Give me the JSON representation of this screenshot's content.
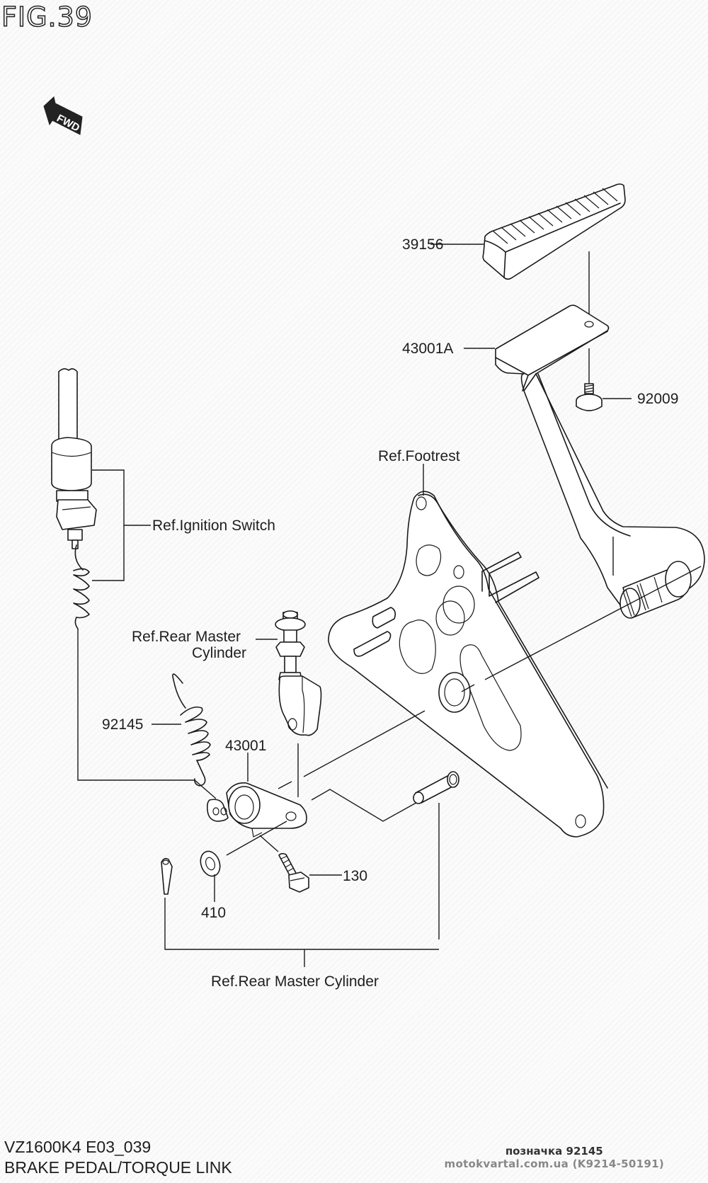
{
  "figure": {
    "title": "FIG.39",
    "direction_indicator": "FWD"
  },
  "callouts": {
    "pedal_rubber": "39156",
    "pedal_arm": "43001A",
    "pedal_screw": "92009",
    "footrest_ref": "Ref.Footrest",
    "ignition_switch_ref": "Ref.Ignition Switch",
    "master_cylinder_ref_line1": "Ref.Rear Master",
    "master_cylinder_ref_line2": "Cylinder",
    "spring": "92145",
    "torque_link": "43001",
    "bolt": "130",
    "washer": "410",
    "master_cylinder_ref_bottom": "Ref.Rear Master Cylinder"
  },
  "footer": {
    "model_code": "VZ1600K4 E03_039",
    "section_name": "BRAKE PEDAL/TORQUE LINK",
    "note": "позначка 92145",
    "watermark": "motokvartal.com.ua (K9214-50191)"
  },
  "icons": [
    "fwd-arrow-icon"
  ]
}
